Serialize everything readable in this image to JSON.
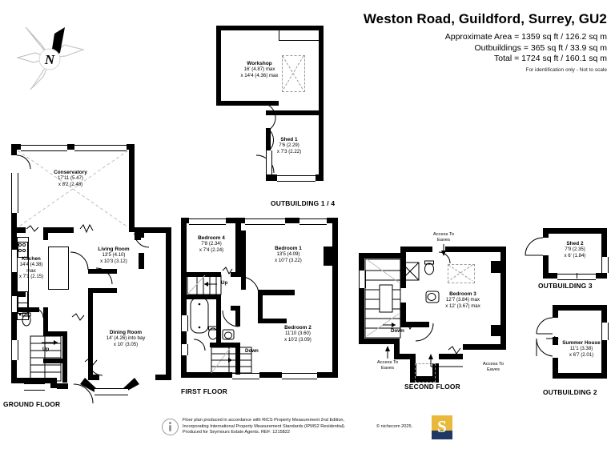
{
  "header": {
    "title": "Weston Road, Guildford, Surrey, GU2",
    "area_line1": "Approximate Area = 1359 sq ft / 126.2 sq m",
    "area_line2": "Outbuildings = 365 sq ft / 33.9 sq m",
    "area_line3": "Total = 1724 sq ft / 160.1 sq m",
    "disclaimer": "For identification only - Not to scale"
  },
  "compass": {
    "label": "N"
  },
  "floors": {
    "ground": {
      "name": "GROUND FLOOR"
    },
    "first": {
      "name": "FIRST FLOOR"
    },
    "second": {
      "name": "SECOND FLOOR"
    },
    "outbuilding14": {
      "name": "OUTBUILDING 1 / 4"
    },
    "outbuilding3": {
      "name": "OUTBUILDING 3"
    },
    "outbuilding2": {
      "name": "OUTBUILDING 2"
    }
  },
  "rooms": {
    "conservatory": {
      "name": "Conservatory",
      "dim1": "17'11 (5.47)",
      "dim2": "x 8'2 (2.48)"
    },
    "kitchen": {
      "name": "Kitchen",
      "dim1": "14'4 (4.38)",
      "dim_mid": "max",
      "dim2": "x 7'1 (2.15)"
    },
    "living_room": {
      "name": "Living Room",
      "dim1": "13'5 (4.10)",
      "dim2": "x 10'3 (3.12)"
    },
    "dining_room": {
      "name": "Dining Room",
      "dim1": "14' (4.26) into bay",
      "dim2": "x 10' (3.05)"
    },
    "bedroom4": {
      "name": "Bedroom 4",
      "dim1": "7'8 (2.34)",
      "dim2": "x 7'4 (2.24)"
    },
    "bedroom1": {
      "name": "Bedroom 1",
      "dim1": "13'5 (4.09)",
      "dim2": "x 10'7 (3.22)"
    },
    "bedroom2": {
      "name": "Bedroom 2",
      "dim1": "11'10 (3.60)",
      "dim2": "x 10'2 (3.09)"
    },
    "bedroom3": {
      "name": "Bedroom 3",
      "dim1": "12'7 (3.84) max",
      "dim2": "x 12' (3.67) max"
    },
    "workshop": {
      "name": "Workshop",
      "dim1": "16' (4.87) max",
      "dim2": "x 14'4 (4.36) max"
    },
    "shed1": {
      "name": "Shed 1",
      "dim1": "7'6 (2.29)",
      "dim2": "x 7'3 (2.22)"
    },
    "shed2": {
      "name": "Shed 2",
      "dim1": "7'9 (2.35)",
      "dim2": "x 6' (1.84)"
    },
    "summer_house": {
      "name": "Summer House",
      "dim1": "11'1 (3.38)",
      "dim2": "x 6'7 (2.01)"
    }
  },
  "annotations": {
    "up_ground": "Up",
    "up_first": "Up",
    "down_first": "Down",
    "down_second": "Down",
    "eaves_top": "Access To\nEaves",
    "eaves_top_l1": "Access To",
    "eaves_top_l2": "Eaves",
    "eaves_left_l1": "Access To",
    "eaves_left_l2": "Eaves",
    "eaves_right_l1": "Access To",
    "eaves_right_l2": "Eaves"
  },
  "footer": {
    "line1": "Floor plan produced in accordance with RICS Property Measurement 2nd Edition,",
    "line2": "Incorporating International Property Measurement Standards (IPMS2 Residential).",
    "line3": "Produced for Seymours Estate Agents.    REF: 1215822",
    "copyright": "© nichecom 2025.",
    "logo_letter": "S"
  }
}
